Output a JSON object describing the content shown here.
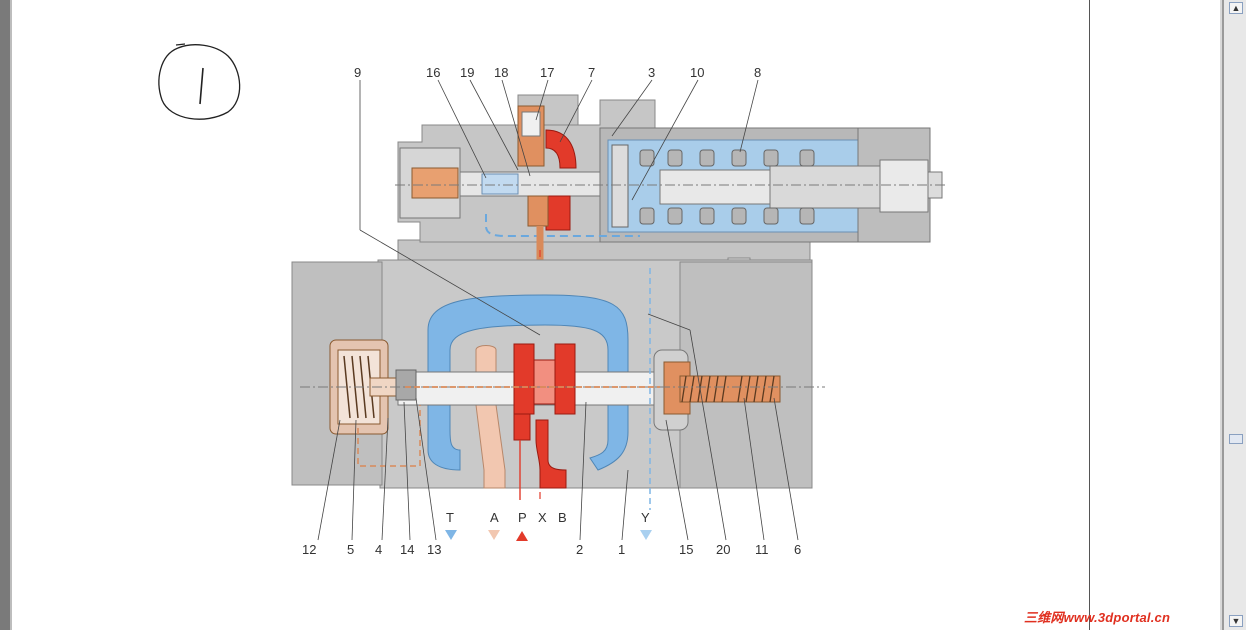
{
  "diagram": {
    "part_numbers_top": [
      "9",
      "16",
      "19",
      "18",
      "17",
      "7",
      "3",
      "10",
      "8"
    ],
    "part_numbers_bottom": [
      "12",
      "5",
      "4",
      "14",
      "13",
      "2",
      "1",
      "15",
      "20",
      "11",
      "6"
    ],
    "ports": [
      "T",
      "A",
      "P",
      "X",
      "B",
      "Y"
    ],
    "handwritten_mark": "1"
  },
  "watermark": "三维网www.3dportal.cn",
  "scrollbar": {
    "up_icon": "up-arrow-icon",
    "down_icon": "down-arrow-icon"
  },
  "colors": {
    "body_gray": "#bfbfbf",
    "pressure_red": "#e23a2a",
    "tank_blue": "#7fb6e6",
    "pilot_orange": "#d98a5a",
    "workport_peach": "#f2c7b0"
  }
}
